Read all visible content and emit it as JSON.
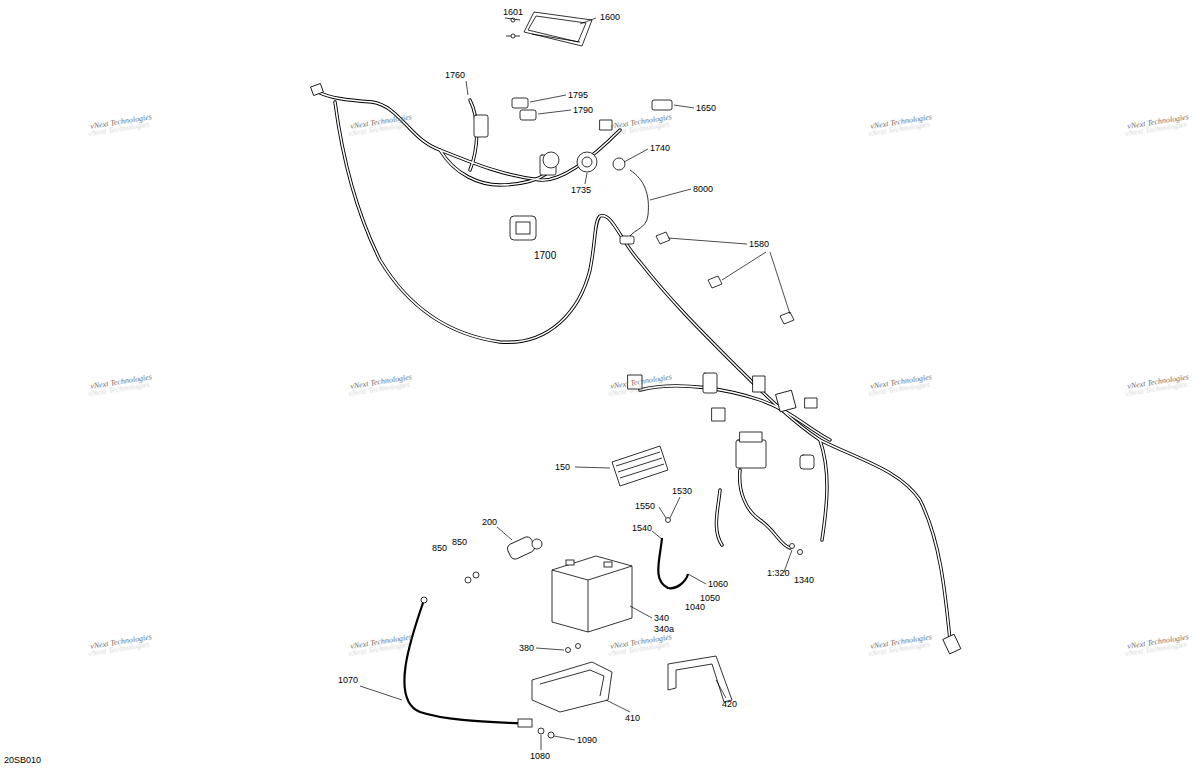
{
  "diagram": {
    "labels": [
      "1601",
      "1600",
      "1760",
      "1795",
      "1790",
      "1650",
      "1740",
      "1735",
      "8000",
      "1580",
      "1700",
      "150",
      "1550",
      "1530",
      "1540",
      "200",
      "850",
      "850",
      "1060",
      "1050",
      "1040",
      "340",
      "340a",
      "1:320",
      "1340",
      "380",
      "410",
      "420",
      "1070",
      "1080",
      "1090",
      "20SB010",
      "vNext Technologies",
      "vNext Technologies",
      "vNext Technologies",
      "vNext Technologies",
      "vNext Technologies",
      "vNext Technologies",
      "vNext Technologies",
      "vNext Technologies",
      "vNext Technologies",
      "vNext Technologies",
      "vNext Technologies",
      "vNext Technologies",
      "vNext Technologies",
      "vNext Technologies",
      "vNext Technologies"
    ]
  }
}
